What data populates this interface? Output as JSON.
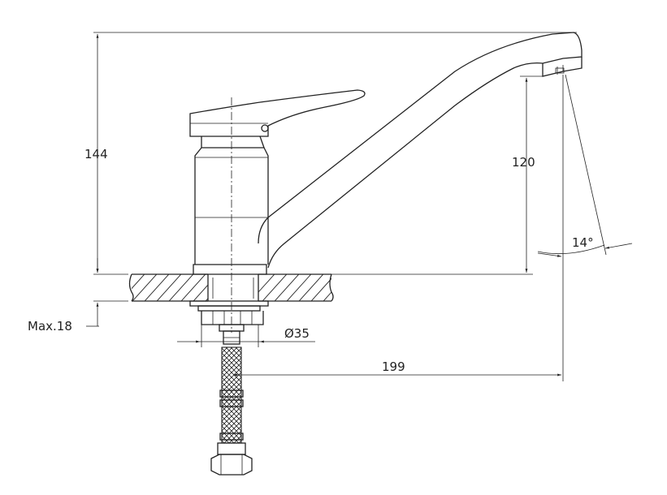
{
  "drawing": {
    "dimensions": {
      "total_height": "144",
      "spout_height": "120",
      "spout_reach": "199",
      "spout_angle": "14°",
      "base_diameter": "Ø35",
      "max_counter_thickness": "Max.18"
    }
  }
}
